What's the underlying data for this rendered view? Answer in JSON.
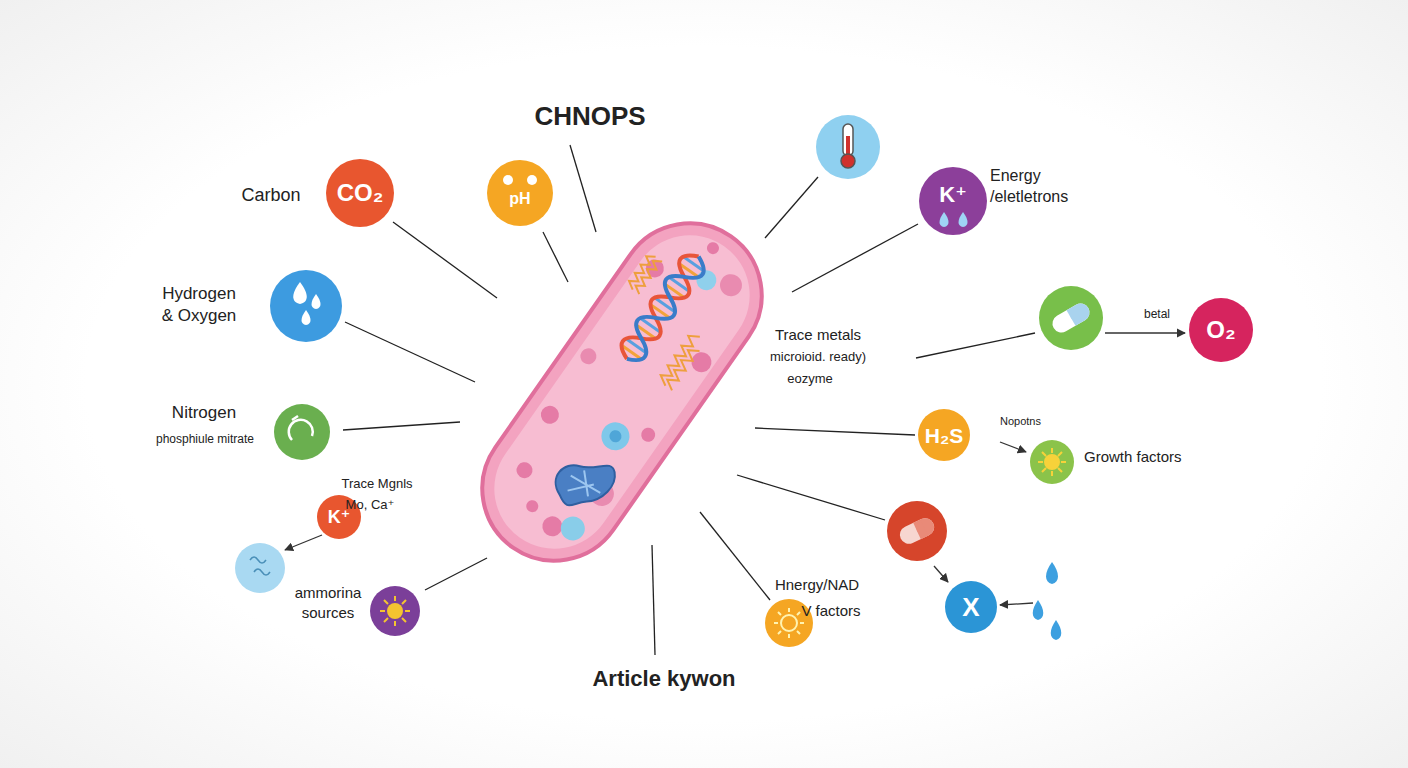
{
  "diagram": {
    "nodes": [
      {
        "text": [
          "CO₂"
        ]
      },
      {
        "text": [
          "pH"
        ]
      },
      {
        "text": [
          "K⁺"
        ]
      },
      {
        "text": [
          "O₂"
        ]
      },
      {
        "text": [
          "H₂S"
        ]
      },
      {
        "text": [
          "K⁺"
        ]
      },
      {
        "text": [
          "X"
        ]
      }
    ],
    "labels": [
      "CHNOPS",
      "Carbon",
      "Energy /eletletrons",
      "Hydrogen & Oxygen",
      "Trace metals",
      "microioid. ready)",
      "eozyme",
      "betal",
      "Nitrogen",
      "phosphiule mitrate",
      "Nopotns",
      "Growth factors",
      "Trace Mgnls",
      "Mo, Ca⁺",
      "ammorina sources",
      "Hnergy/NAD",
      "V factors",
      "Article kywon"
    ]
  }
}
